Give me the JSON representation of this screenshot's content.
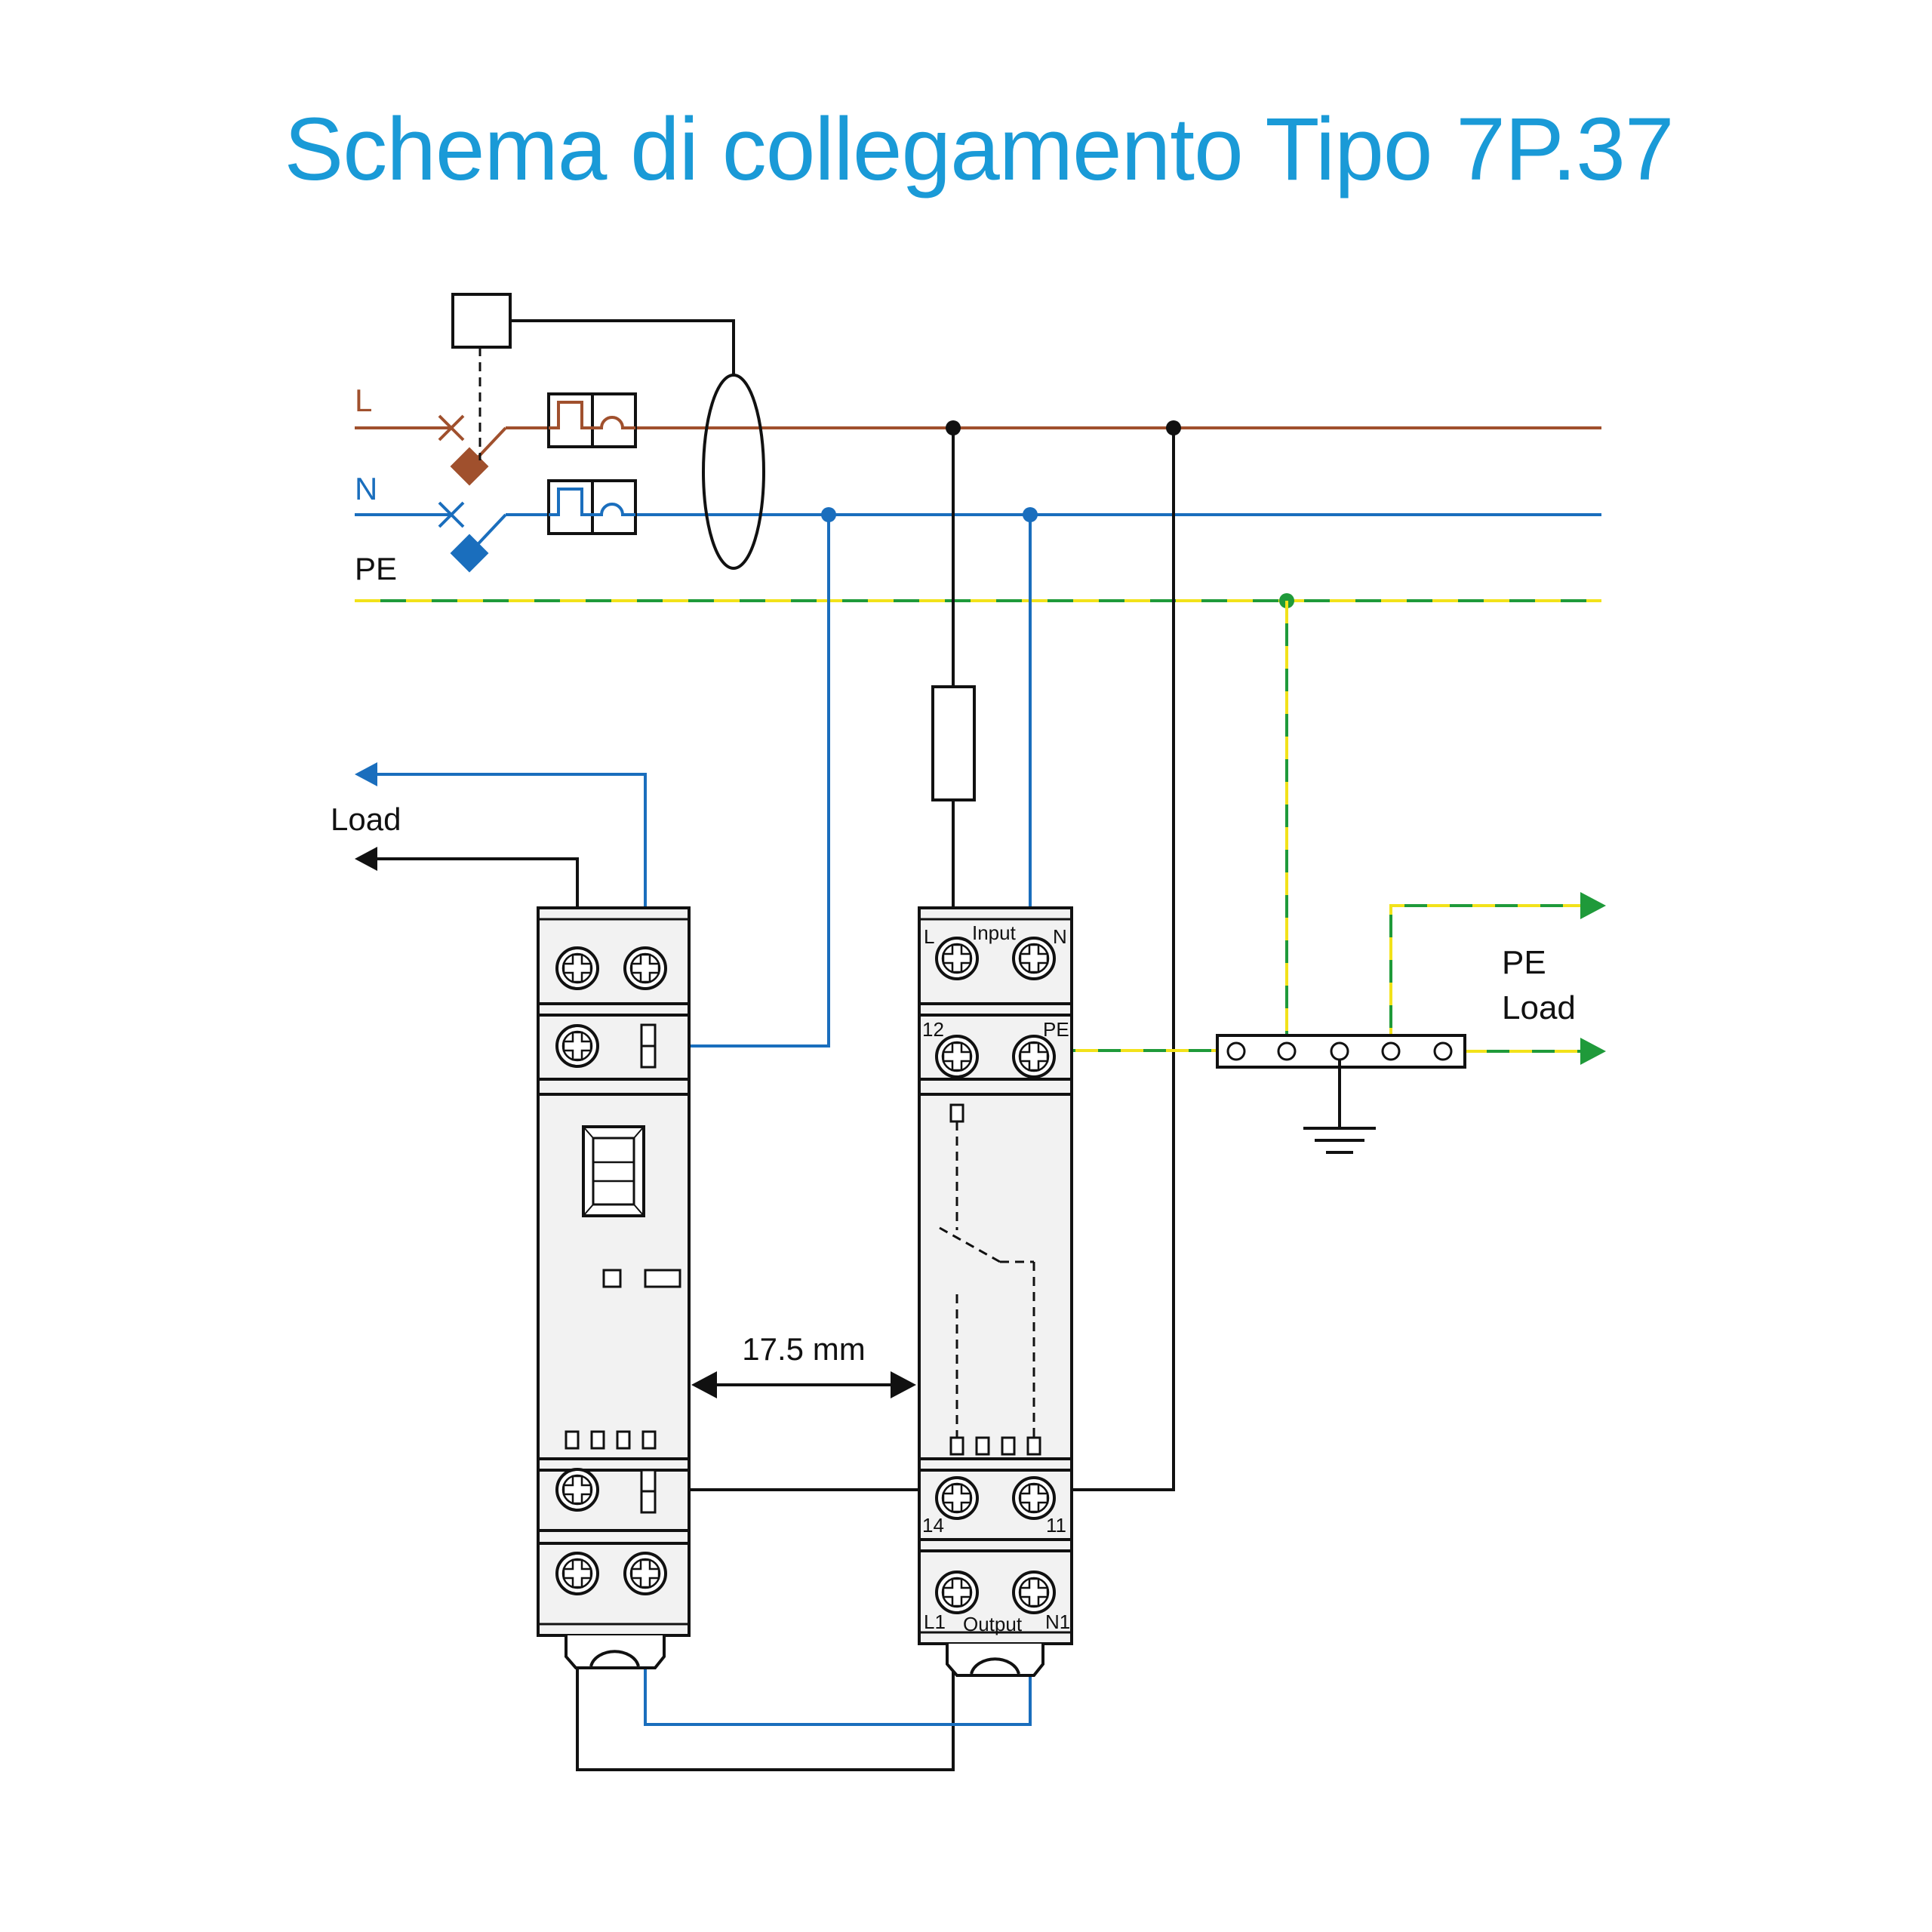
{
  "title": "Schema di collegamento Tipo 7P.37",
  "colors": {
    "title": "#1a9ad7",
    "line_L": "#a0502d",
    "line_N": "#1a6ebd",
    "pe_green": "#1f9a3a",
    "pe_yellow": "#f2e21a",
    "wire": "#111111"
  },
  "bus_labels": {
    "L": "L",
    "N": "N",
    "PE": "PE"
  },
  "load_left": "Load",
  "pe_load": {
    "pe": "PE",
    "load": "Load"
  },
  "dimension": "17.5 mm",
  "device_right": {
    "input_label": "Input",
    "output_label": "Output",
    "L": "L",
    "N": "N",
    "t12": "12",
    "PE": "PE",
    "t14": "14",
    "t11": "11",
    "L1": "L1",
    "N1": "N1"
  },
  "icons": [
    "ground-icon",
    "breaker-icon",
    "fuse-icon",
    "current-sensor-icon",
    "arrow-icon"
  ]
}
